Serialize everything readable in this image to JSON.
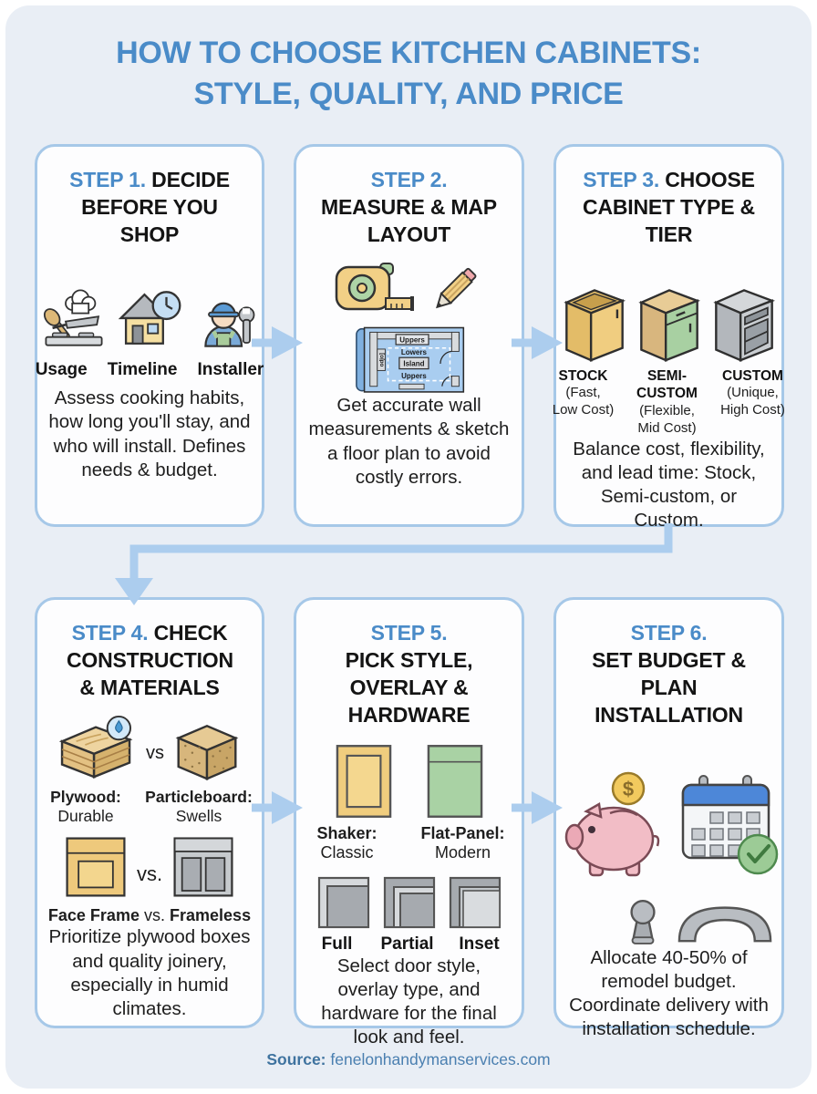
{
  "page": {
    "title_line1": "HOW TO CHOOSE KITCHEN CABINETS:",
    "title_line2": "STYLE, QUALITY, AND PRICE",
    "source_label": "Source:",
    "source_value": "fenelonhandymanservices.com"
  },
  "colors": {
    "accent_blue": "#4a8bc8",
    "card_border": "#a6c8e8",
    "arrow_blue": "#accdee",
    "panel_background": "#e9eef5"
  },
  "steps": [
    {
      "label": "STEP 1.",
      "title": "DECIDE BEFORE YOU SHOP",
      "items": [
        {
          "icon": "cooking-usage-icon",
          "label": "Usage"
        },
        {
          "icon": "house-clock-icon",
          "label": "Timeline"
        },
        {
          "icon": "installer-icon",
          "label": "Installer"
        }
      ],
      "description": "Assess cooking habits, how long you'll stay, and who will install. Defines needs & budget."
    },
    {
      "label": "STEP 2.",
      "title": "MEASURE & MAP LAYOUT",
      "floorplan": {
        "top_label": "Uppers",
        "mid_label": "Lowers",
        "island_label": "Island",
        "bottom_label": "Uppers",
        "side_label": "odjo]"
      },
      "description": "Get accurate wall measurements & sketch a floor plan to avoid costly errors."
    },
    {
      "label": "STEP 3.",
      "title": "CHOOSE CABINET TYPE & TIER",
      "tiers": [
        {
          "name": "STOCK",
          "line1": "(Fast,",
          "line2": "Low Cost)"
        },
        {
          "name": "SEMI-CUSTOM",
          "line1": "(Flexible,",
          "line2": "Mid Cost)"
        },
        {
          "name": "CUSTOM",
          "line1": "(Unique,",
          "line2": "High Cost)"
        }
      ],
      "description": "Balance cost, flexibility, and lead time: Stock, Semi-custom, or Custom."
    },
    {
      "label": "STEP 4.",
      "title": "CHECK CONSTRUCTION & MATERIALS",
      "materials": {
        "left_name": "Plywood:",
        "left_desc": "Durable",
        "vs_top": "vs",
        "right_name": "Particleboard:",
        "right_desc": "Swells",
        "vs_bottom": "vs.",
        "frame_left": "Face Frame",
        "frame_vs": "vs.",
        "frame_right": "Frameless"
      },
      "description": "Prioritize plywood boxes and quality joinery, especially in humid climates."
    },
    {
      "label": "STEP 5.",
      "title": "PICK STYLE, OVERLAY & HARDWARE",
      "doors": [
        {
          "name": "Shaker:",
          "desc": "Classic"
        },
        {
          "name": "Flat-Panel:",
          "desc": "Modern"
        }
      ],
      "overlays": [
        "Full",
        "Partial",
        "Inset"
      ],
      "description": "Select door style, overlay type, and hardware for the final look and feel."
    },
    {
      "label": "STEP 6.",
      "title": "SET BUDGET & PLAN INSTALLATION",
      "coin_symbol": "$",
      "description": "Allocate 40-50% of remodel budget. Coordinate delivery with installation schedule."
    }
  ]
}
